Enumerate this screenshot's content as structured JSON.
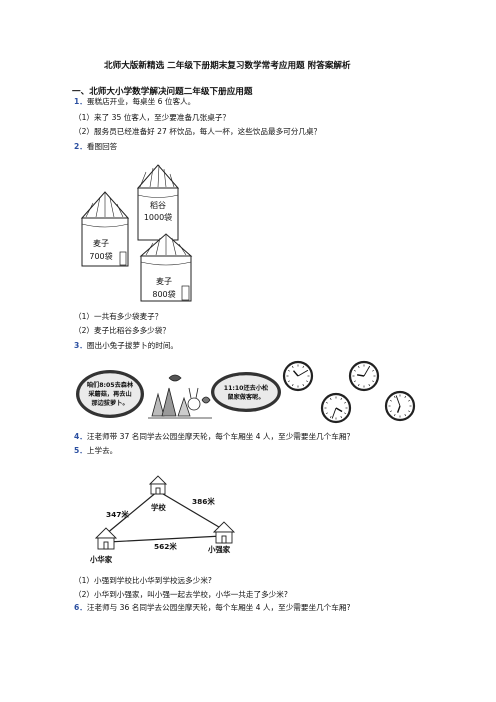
{
  "doc": {
    "title": "北师大版新精选 二年级下册期末复习数学常考应用题 附答案解析",
    "section_heading": "一、北师大小学数学解决问题二年级下册应用题",
    "q1": {
      "num": "1．",
      "text": "蛋糕店开业，每桌坐 6 位客人。",
      "sub1": "（1）来了 35 位客人，至少要准备几张桌子？",
      "sub2": "（2）服务员已经准备好 27 杯饮品，每人一杯，这些饮品最多可分几桌？"
    },
    "q2": {
      "num": "2．",
      "text": "看图回答",
      "silo_rice": [
        "稻谷",
        "1000袋"
      ],
      "silo_wheat_left": [
        "麦子",
        "700袋"
      ],
      "silo_wheat_right": [
        "麦子",
        "800袋"
      ],
      "sub1": "（1）一共有多少袋麦子？",
      "sub2": "（2）麦子比稻谷多多少袋？"
    },
    "q3": {
      "num": "3．",
      "text": "圈出小兔子拔萝卜的时间。",
      "bubble_left": [
        "咱们8:05去森林",
        "采蘑菇，再去山",
        "那边拔萝卜。"
      ],
      "bubble_right": [
        "11:10还去小松",
        "鼠家做客呢。"
      ]
    },
    "q4": {
      "num": "4．",
      "text": "汪老师带 37 名同学去公园坐摩天轮，每个车厢坐 4 人，至少需要坐几个车厢？"
    },
    "q5": {
      "num": "5．",
      "text": "上学去。",
      "map": {
        "school": "学校",
        "huajia": "小华家",
        "qiangjia": "小强家",
        "d1": "347米",
        "d2": "386米",
        "d3": "562米"
      },
      "sub1": "（1）小强到学校比小华到学校远多少米?",
      "sub2": "（2）小华到小强家，叫小强一起去学校，小华一共走了多少米?"
    },
    "q6": {
      "num": "6．",
      "text": "汪老师与 36 名同学去公园坐摩天轮，每个车厢坐 4 人，至少需要坐几个车厢?"
    }
  }
}
